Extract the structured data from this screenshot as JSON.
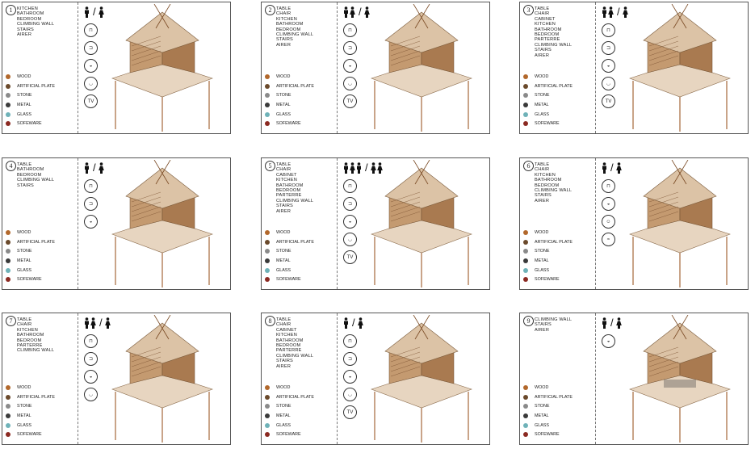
{
  "legend": [
    {
      "label": "WOOD",
      "color": "#b2682c"
    },
    {
      "label": "ARTIFICIAL PLATE",
      "color": "#6b4a2c"
    },
    {
      "label": "STONE",
      "color": "#8a8a8a"
    },
    {
      "label": "METAL",
      "color": "#3a3a3a"
    },
    {
      "label": "GLASS",
      "color": "#6fb2b8"
    },
    {
      "label": "SOFEWARE",
      "color": "#8b2a22"
    }
  ],
  "panels": [
    {
      "number": "1",
      "items": [
        "KITCHEN",
        "BATHROOM",
        "BEDROOM",
        "CLIMBING WALL",
        "STAIRS",
        "AIRER"
      ],
      "occupancy": [
        1,
        1
      ]
    },
    {
      "number": "2",
      "items": [
        "TABLE",
        "CHAIR",
        "KITCHEN",
        "BATHROOM",
        "BEDROOM",
        "CLIMBING WALL",
        "STAIRS",
        "AIRER"
      ],
      "occupancy": [
        2,
        1
      ]
    },
    {
      "number": "3",
      "items": [
        "TABLE",
        "CHAIR",
        "CABINET",
        "KITCHEN",
        "BATHROOM",
        "BEDROOM",
        "PARTERRE",
        "CLIMBING WALL",
        "STAIRS",
        "AIRER"
      ],
      "occupancy": [
        2,
        1
      ]
    },
    {
      "number": "4",
      "items": [
        "TABLE",
        "BATHROOM",
        "BEDROOM",
        "CLIMBING WALL",
        "STAIRS"
      ],
      "occupancy": [
        1,
        1
      ]
    },
    {
      "number": "5",
      "items": [
        "TABLE",
        "CHAIR",
        "CABINET",
        "KITCHEN",
        "BATHROOM",
        "BEDROOM",
        "PARTERRE",
        "CLIMBING WALL",
        "STAIRS",
        "AIRER"
      ],
      "occupancy": [
        3,
        2
      ]
    },
    {
      "number": "6",
      "items": [
        "TABLE",
        "CHAIR",
        "KITCHEN",
        "BATHROOM",
        "BEDROOM",
        "CLIMBING WALL",
        "STAIRS",
        "AIRER"
      ],
      "occupancy": [
        1,
        1
      ]
    },
    {
      "number": "7",
      "items": [
        "TABLE",
        "CHAIR",
        "KITCHEN",
        "BATHROOM",
        "BEDROOM",
        "PARTERRE",
        "CLIMBING WALL"
      ],
      "occupancy": [
        2,
        1
      ]
    },
    {
      "number": "8",
      "items": [
        "TABLE",
        "CHAIR",
        "CABINET",
        "KITCHEN",
        "BATHROOM",
        "BEDROOM",
        "PARTERRE",
        "CLIMBING WALL",
        "STAIRS",
        "AIRER"
      ],
      "occupancy": [
        1,
        1
      ]
    },
    {
      "number": "9",
      "items": [
        "CLIMBING WALL",
        "STAIRS",
        "AIRER"
      ],
      "occupancy": [
        1,
        1
      ]
    }
  ],
  "panel_icons": [
    [
      "table-icon",
      "chair-icon",
      "kitchen-sink-icon",
      "bathtub-icon",
      "tv-icon"
    ],
    [
      "table-icon",
      "chair-icon",
      "kitchen-sink-icon",
      "bathtub-icon",
      "tv-icon"
    ],
    [
      "table-icon",
      "chair-icon",
      "kitchen-sink-icon",
      "bathtub-icon",
      "tv-icon"
    ],
    [
      "table-icon",
      "chair-icon",
      "kitchen-sink-icon"
    ],
    [
      "table-icon",
      "chair-icon",
      "kitchen-sink-icon",
      "bathtub-icon",
      "tv-icon"
    ],
    [
      "table-icon",
      "kitchen-sink-icon",
      "face-icon",
      "wash-icon"
    ],
    [
      "table-icon",
      "chair-icon",
      "kitchen-sink-icon",
      "bathtub-icon"
    ],
    [
      "table-icon",
      "chair-icon",
      "kitchen-sink-icon",
      "bathtub-icon",
      "tv-icon"
    ],
    [
      "kitchen-sink-icon"
    ]
  ]
}
